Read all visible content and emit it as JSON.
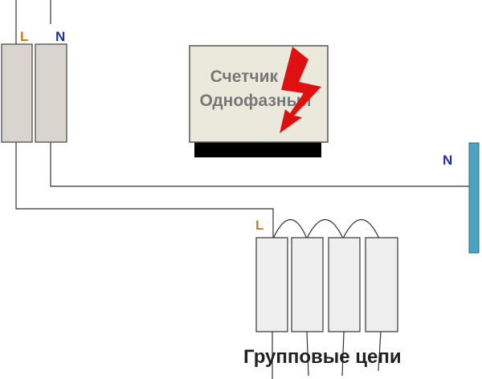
{
  "labels": {
    "top_l": "L",
    "top_n": "N",
    "bar_n": "N",
    "group_l": "L"
  },
  "meter": {
    "line1": "Счетчик",
    "line2": "Однофазный"
  },
  "group_title": "Групповые цепи",
  "colors": {
    "l": "#d07a20",
    "n": "#1f2f9a",
    "bar": "#4aa3bf",
    "bolt": "#e01010"
  }
}
